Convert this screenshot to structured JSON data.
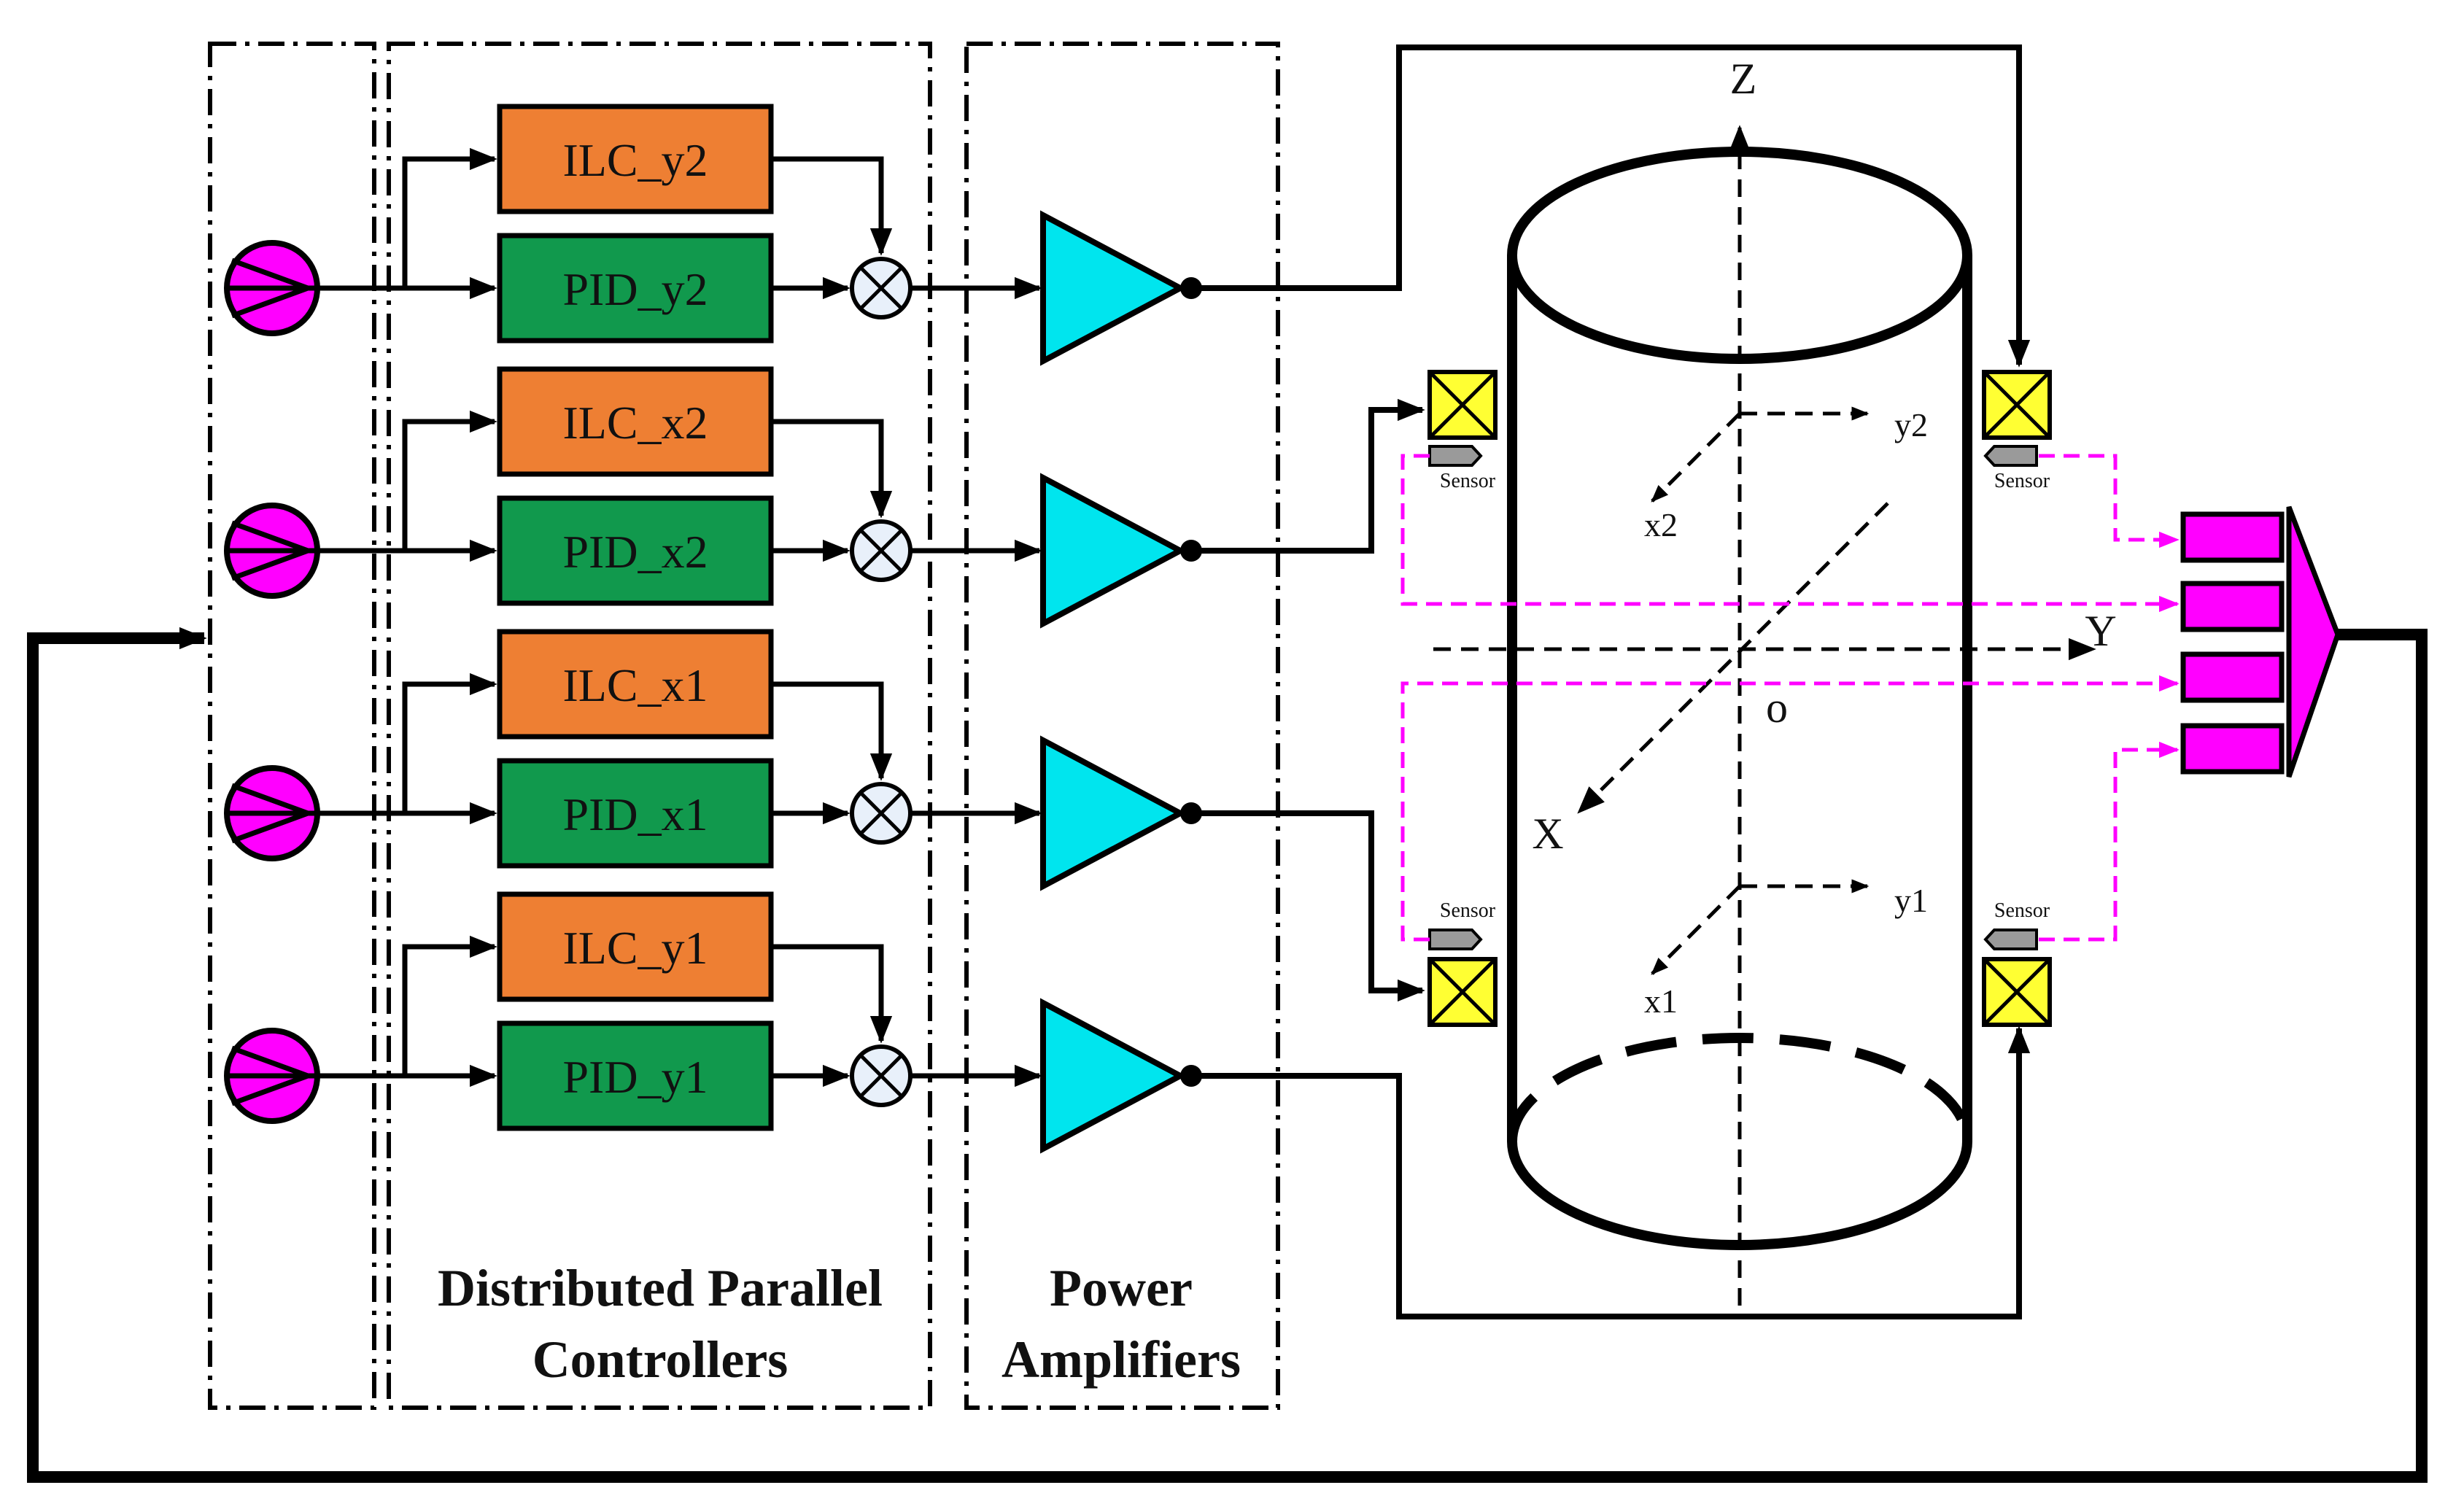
{
  "colors": {
    "ilc": "#ee7f33",
    "pid": "#11994d",
    "amplifier": "#00e5ee",
    "magenta": "#ff00ff",
    "sensor_box": "#ffff33",
    "sensor_tip": "#9a9a9a",
    "sum": "#e8f0fa",
    "line": "#000000"
  },
  "channels": [
    {
      "ilc": "ILC_y2",
      "pid": "PID_y2"
    },
    {
      "ilc": "ILC_x2",
      "pid": "PID_x2"
    },
    {
      "ilc": "ILC_x1",
      "pid": "PID_x1"
    },
    {
      "ilc": "ILC_y1",
      "pid": "PID_y1"
    }
  ],
  "groups": {
    "controllers_line1": "Distributed Parallel",
    "controllers_line2": "Controllers",
    "amplifiers_line1": "Power",
    "amplifiers_line2": "Amplifiers"
  },
  "axes": {
    "z": "Z",
    "y": "Y",
    "x": "X",
    "origin": "o",
    "y2": "y2",
    "x2": "x2",
    "y1": "y1",
    "x1": "x1"
  },
  "sensors": {
    "label": "Sensor"
  }
}
